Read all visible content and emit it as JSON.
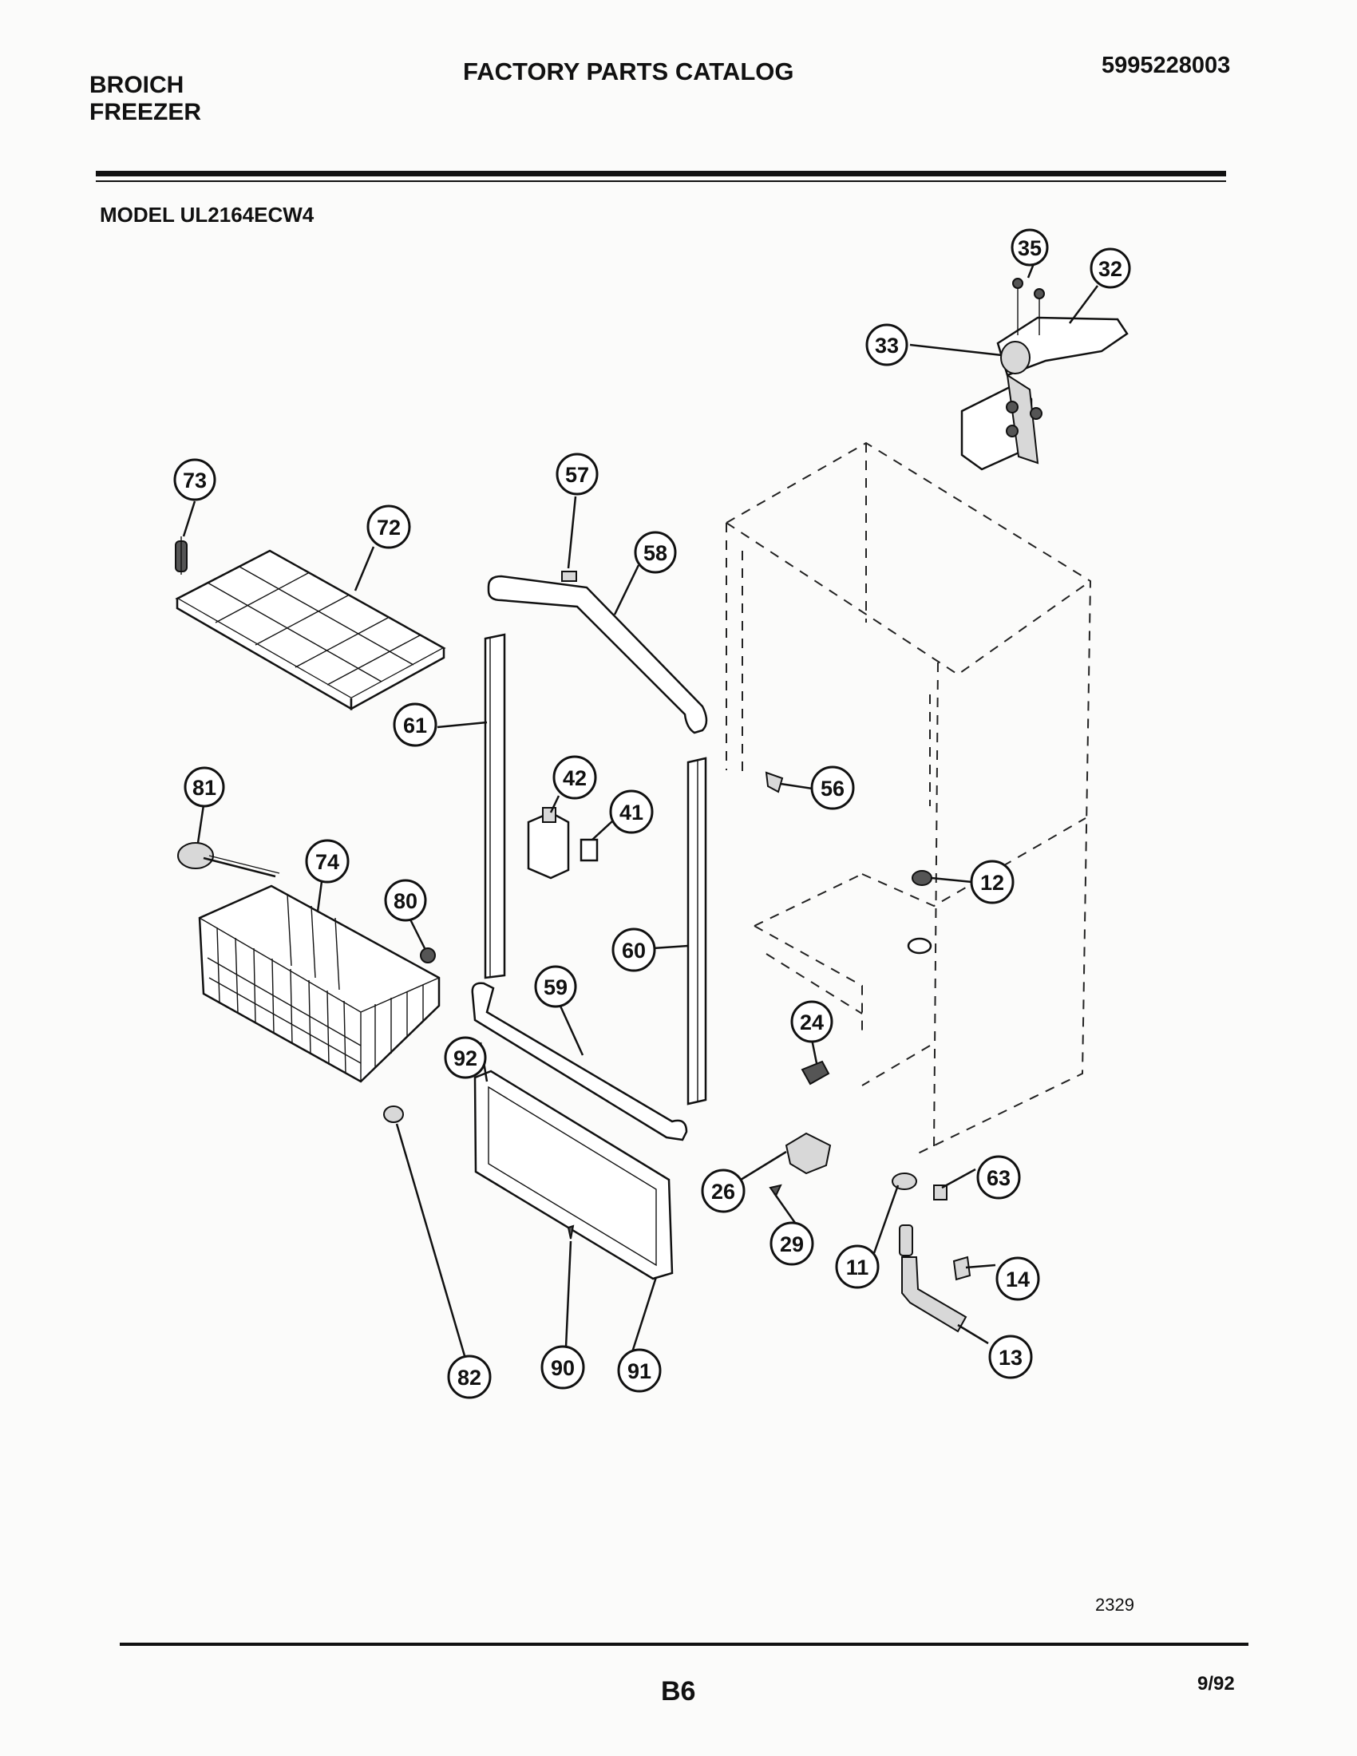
{
  "header": {
    "brand_line1": "BROICH",
    "brand_line2": "FREEZER",
    "catalog_title": "FACTORY PARTS CATALOG",
    "catalog_number": "5995228003",
    "model_label": "MODEL  UL2164ECW4"
  },
  "footer": {
    "drawing_number": "2329",
    "page_number": "B6",
    "date": "9/92"
  },
  "callouts": {
    "c11": "11",
    "c12": "12",
    "c13": "13",
    "c14": "14",
    "c24": "24",
    "c26": "26",
    "c29": "29",
    "c32": "32",
    "c33": "33",
    "c35": "35",
    "c41": "41",
    "c42": "42",
    "c56": "56",
    "c57": "57",
    "c58": "58",
    "c59": "59",
    "c60": "60",
    "c61": "61",
    "c63": "63",
    "c72": "72",
    "c73": "73",
    "c74": "74",
    "c80": "80",
    "c81": "81",
    "c82": "82",
    "c90": "90",
    "c91": "91",
    "c92": "92"
  }
}
